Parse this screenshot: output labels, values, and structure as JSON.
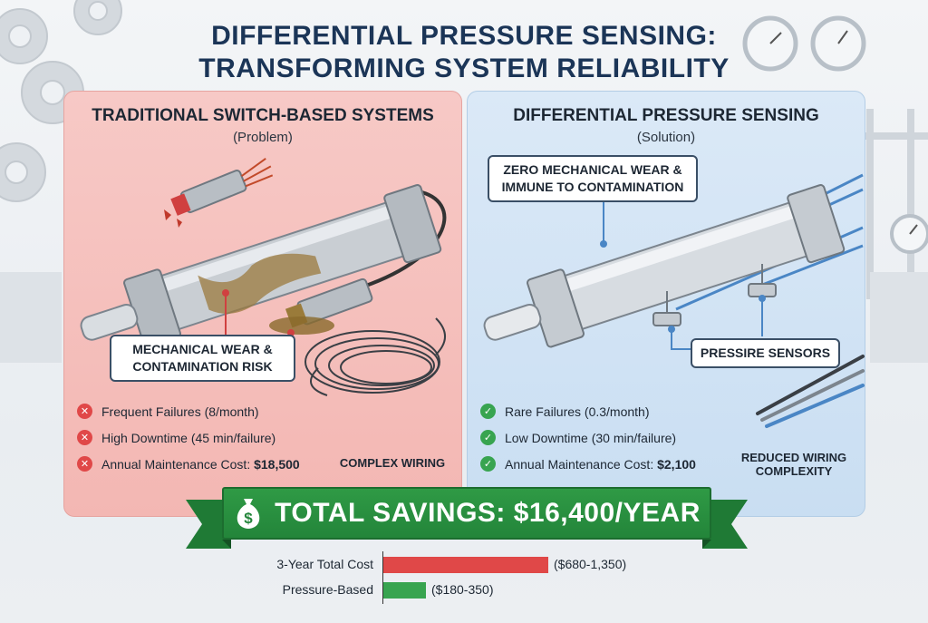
{
  "title": {
    "line1": "DIFFERENTIAL PRESSURE SENSING:",
    "line2": "TRANSFORMING SYSTEM RELIABILITY"
  },
  "left_panel": {
    "heading": "TRADITIONAL SWITCH-BASED SYSTEMS",
    "subheading": "(Problem)",
    "callout_line1": "MECHANICAL WEAR &",
    "callout_line2": "CONTAMINATION RISK",
    "facts": [
      {
        "text": "Frequent Failures (8/month)",
        "bold": ""
      },
      {
        "text": "High Downtime (45 min/failure)",
        "bold": ""
      },
      {
        "text": "Annual Maintenance Cost: ",
        "bold": "$18,500"
      }
    ],
    "wiring_label": "COMPLEX WIRING",
    "accent_color": "#e04848"
  },
  "right_panel": {
    "heading": "DIFFERENTIAL PRESSURE SENSING",
    "subheading": "(Solution)",
    "callout_line1": "ZERO MECHANICAL WEAR &",
    "callout_line2": "IMMUNE TO CONTAMINATION",
    "sensors_label": "PRESSIRE SENSORS",
    "facts": [
      {
        "text": "Rare Failures (0.3/month)",
        "bold": ""
      },
      {
        "text": "Low Downtime (30 min/failure)",
        "bold": ""
      },
      {
        "text": "Annual Maintenance Cost: ",
        "bold": "$2,100"
      }
    ],
    "wiring_label_line1": "REDUCED WIRING",
    "wiring_label_line2": "COMPLEXITY",
    "accent_color": "#38a450"
  },
  "banner": {
    "text": "TOTAL SAVINGS: $16,400/YEAR",
    "icon": "money-bag-icon",
    "color": "#2f9a45"
  },
  "cost_comparison": {
    "rows": [
      {
        "label": "3-Year Total Cost",
        "value_text": "($680-1,350)",
        "fill": 1.0,
        "color": "#e04848"
      },
      {
        "label": "Pressure-Based",
        "value_text": "($180-350)",
        "fill": 0.26,
        "color": "#38a450"
      }
    ]
  }
}
